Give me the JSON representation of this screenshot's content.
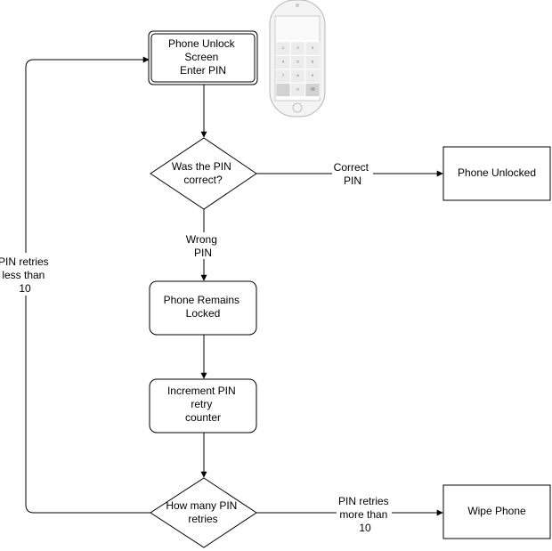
{
  "nodes": {
    "unlock_screen": [
      "Phone Unlock",
      "Screen",
      "Enter PIN"
    ],
    "pin_correct": [
      "Was the PIN",
      "correct?"
    ],
    "unlocked": [
      "Phone Unlocked"
    ],
    "remains_locked": [
      "Phone Remains",
      "Locked"
    ],
    "increment": [
      "Increment PIN",
      "retry",
      "counter"
    ],
    "how_many": [
      "How many PIN",
      "retries"
    ],
    "wipe": [
      "Wipe Phone"
    ]
  },
  "edges": {
    "correct": [
      "Correct",
      "PIN"
    ],
    "wrong": [
      "Wrong",
      "PIN"
    ],
    "less_than": [
      "PIN retries",
      "less than",
      "10"
    ],
    "more_than": [
      "PIN retries",
      "more than",
      "10"
    ]
  },
  "phone_keypad": [
    "1",
    "2",
    "3",
    "4",
    "5",
    "6",
    "7",
    "8",
    "9",
    "",
    "0",
    "⌫"
  ]
}
